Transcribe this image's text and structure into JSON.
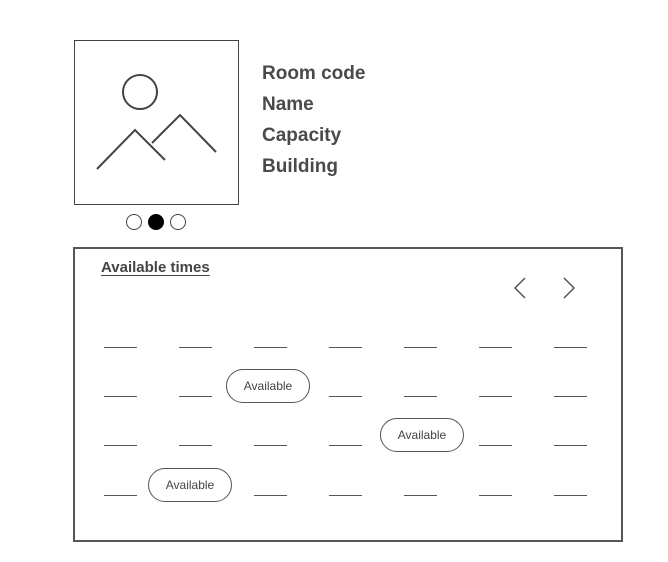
{
  "room": {
    "fields": [
      "Room code",
      "Name",
      "Capacity",
      "Building"
    ]
  },
  "gallery": {
    "image_icon": "image-placeholder-icon",
    "dots": [
      {
        "active": false
      },
      {
        "active": true
      },
      {
        "active": false
      }
    ]
  },
  "schedule": {
    "title": "Available times",
    "prev_icon": "chevron-left-icon",
    "next_icon": "chevron-right-icon",
    "available_label": "Available",
    "rows": [
      [
        "empty",
        "empty",
        "empty",
        "empty",
        "empty",
        "empty",
        "empty"
      ],
      [
        "empty",
        "empty",
        "available",
        "empty",
        "empty",
        "empty",
        "empty"
      ],
      [
        "empty",
        "empty",
        "empty",
        "empty",
        "available",
        "empty",
        "empty"
      ],
      [
        "empty",
        "available",
        "empty",
        "empty",
        "empty",
        "empty",
        "empty"
      ]
    ]
  }
}
